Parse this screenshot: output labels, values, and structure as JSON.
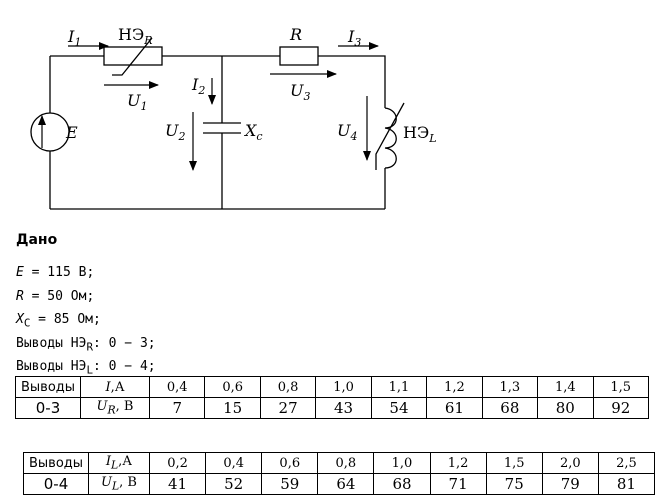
{
  "circuit": {
    "labels": {
      "i1": "I",
      "i1_sub": "1",
      "ner": "НЭ",
      "ner_sub": "R",
      "r": "R",
      "i3": "I",
      "i3_sub": "3",
      "u1": "U",
      "u1_sub": "1",
      "i2": "I",
      "i2_sub": "2",
      "u3": "U",
      "u3_sub": "3",
      "e": "E",
      "u2": "U",
      "u2_sub": "2",
      "xc": "X",
      "xc_sub": "c",
      "u4": "U",
      "u4_sub": "4",
      "nel": "НЭ",
      "nel_sub": "L"
    }
  },
  "given": {
    "title": "Дано",
    "items": [
      {
        "pre": "E",
        "sub": "",
        "post": " = 115 В;"
      },
      {
        "pre": "R",
        "sub": "",
        "post": " = 50 Ом;"
      },
      {
        "pre": "X",
        "sub": "C",
        "post": " = 85 Ом;"
      },
      {
        "pre": "Выводы НЭ",
        "sub": "R",
        "post": ": 0 − 3;"
      },
      {
        "pre": "Выводы НЭ",
        "sub": "L",
        "post": ": 0 − 4;"
      }
    ]
  },
  "table1": {
    "header_label": "Выводы",
    "header_var": "I",
    "header_unit": ",А",
    "header_values": [
      "0,4",
      "0,6",
      "0,8",
      "1,0",
      "1,1",
      "1,2",
      "1,3",
      "1,4",
      "1,5"
    ],
    "row_label": "0-3",
    "row_var": "U",
    "row_var_sub": "R",
    "row_unit": ", В",
    "row_values": [
      "7",
      "15",
      "27",
      "43",
      "54",
      "61",
      "68",
      "80",
      "92"
    ]
  },
  "table2": {
    "header_label": "Выводы",
    "header_var": "I",
    "header_var_sub": "L",
    "header_unit": ",А",
    "header_values": [
      "0,2",
      "0,4",
      "0,6",
      "0,8",
      "1,0",
      "1,2",
      "1,5",
      "2,0",
      "2,5"
    ],
    "row_label": "0-4",
    "row_var": "U",
    "row_var_sub": "L",
    "row_unit": ", В",
    "row_values": [
      "41",
      "52",
      "59",
      "64",
      "68",
      "71",
      "75",
      "79",
      "81"
    ]
  }
}
